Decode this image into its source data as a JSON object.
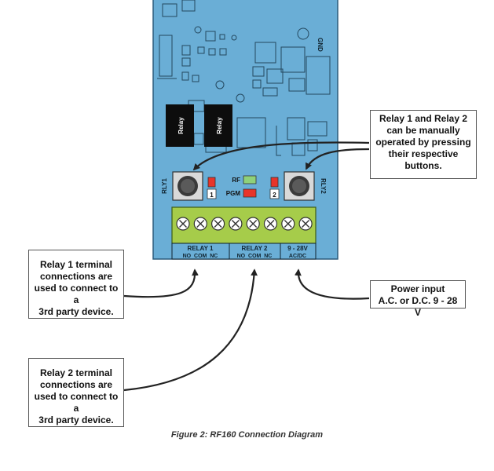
{
  "board": {
    "relay_chip_label": "Relay",
    "gnd_label": "GND",
    "button_left_label": "RLY1",
    "button_right_label": "RLY2",
    "led_left_number": "1",
    "led_right_number": "2",
    "rf_label": "RF",
    "pgm_label": "PGM",
    "terminal_count": 8,
    "relay1_title": "RELAY 1",
    "relay1_terms": "NO  COM  NC",
    "relay2_title": "RELAY 2",
    "relay2_terms": "NO  COM  NC",
    "power_title": "9 - 28V",
    "power_terms": "AC/DC"
  },
  "callouts": {
    "manual": [
      "Relay 1 and Relay 2",
      "can be manually",
      "operated by pressing",
      "their respective",
      "buttons."
    ],
    "relay1": [
      "Relay 1 terminal",
      "connections are",
      "used to connect to a",
      "3rd party device."
    ],
    "relay2": [
      "Relay 2 terminal",
      "connections are",
      "used to connect to a",
      "3rd party device."
    ],
    "power": [
      "Power input",
      "A.C. or D.C. 9 - 28 V"
    ]
  },
  "caption": "Figure 2: RF160 Connection Diagram",
  "colors": {
    "board": "#6aaed6",
    "terminal_block": "#a6cc4a",
    "led_red": "#e8342a",
    "led_green": "#8fd17a",
    "relay_chip": "#0d0d0d",
    "arrow": "#222222"
  }
}
